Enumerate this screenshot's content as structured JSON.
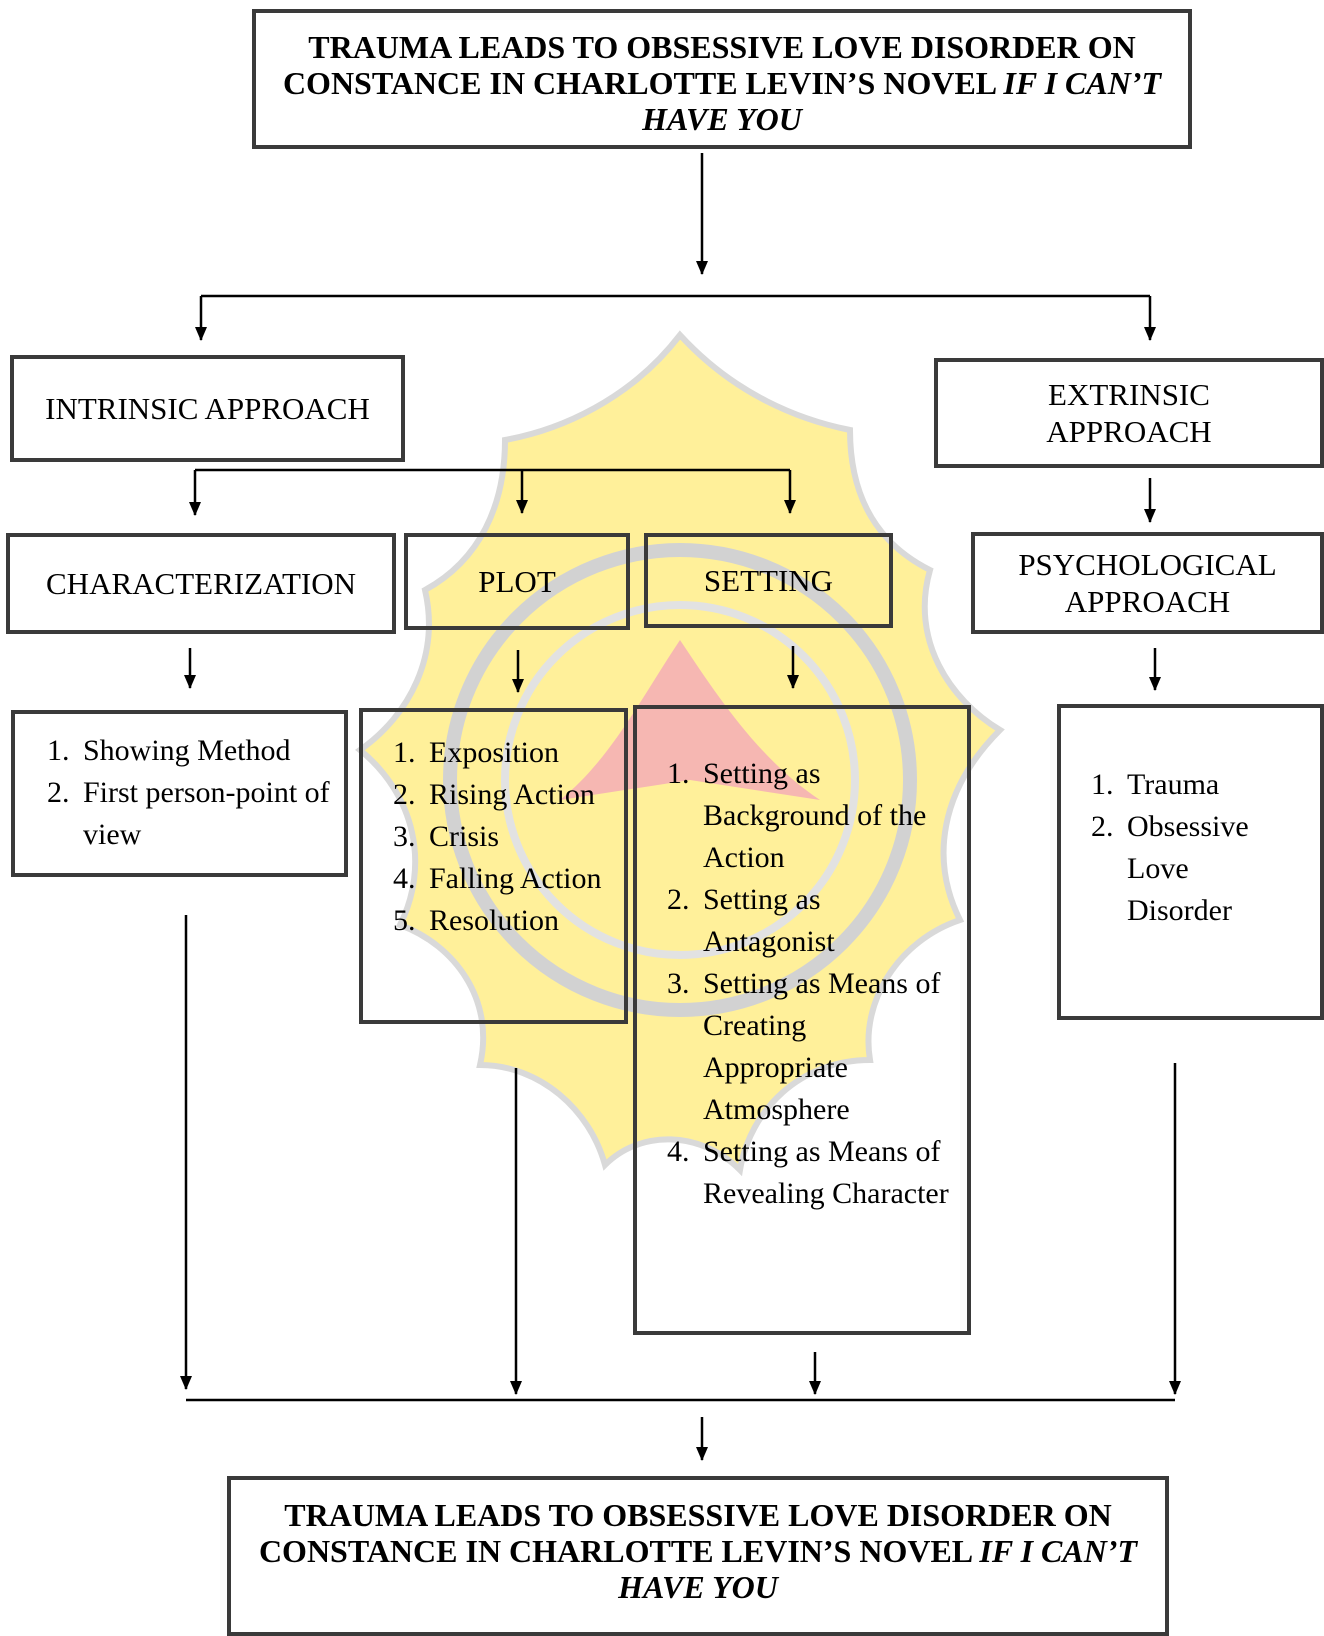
{
  "title": {
    "line1": "TRAUMA LEADS TO OBSESSIVE LOVE DISORDER ON",
    "line2_normal": "CONSTANCE IN CHARLOTTE LEVIN’S NOVEL ",
    "line2_italic": "IF I CAN’T",
    "line3_italic": "HAVE YOU"
  },
  "approaches": {
    "intrinsic": "INTRINSIC APPROACH",
    "extrinsic_line1": "EXTRINSIC",
    "extrinsic_line2": "APPROACH"
  },
  "elements": {
    "characterization": "CHARACTERIZATION",
    "plot": "PLOT",
    "setting": "SETTING",
    "psychological_line1": "PSYCHOLOGICAL",
    "psychological_line2": "APPROACH"
  },
  "lists": {
    "characterization": [
      "Showing Method",
      "First person-point of view"
    ],
    "plot": [
      "Exposition",
      "Rising Action",
      "Crisis",
      "Falling Action",
      "Resolution"
    ],
    "setting": [
      "Setting as Background of the Action",
      "Setting as Antagonist",
      "Setting as Means of Creating Appropriate Atmosphere",
      "Setting as Means of Revealing Character"
    ],
    "psychological": [
      "Trauma",
      "Obsessive Love Disorder"
    ]
  },
  "conclusion": {
    "line1": "TRAUMA LEADS TO OBSESSIVE LOVE DISORDER ON",
    "line2_normal": "CONSTANCE IN CHARLOTTE LEVIN’S NOVEL ",
    "line2_italic": "IF I CAN’T",
    "line3_italic": "HAVE YOU"
  },
  "colors": {
    "watermark_yellow": "#fff09a",
    "watermark_pink": "#f6b7b2",
    "watermark_gray": "#d2d2d2",
    "border": "#3a3a3a"
  }
}
